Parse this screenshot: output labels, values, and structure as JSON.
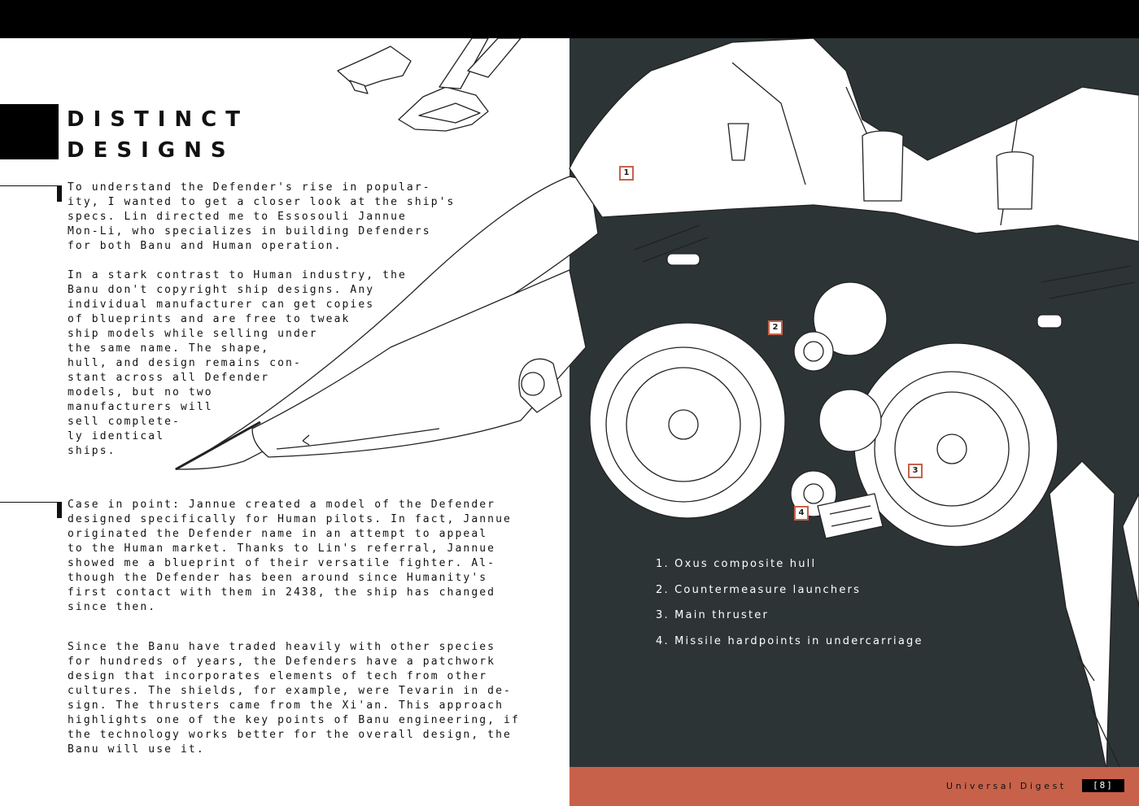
{
  "article": {
    "title_lines": [
      "DISTINCT",
      "DESIGNS"
    ],
    "paragraphs": [
      {
        "lines": [
          "To understand the Defender's rise in popular-",
          "ity, I wanted to get a closer look at the ship's",
          "specs. Lin directed me to Essosouli Jannue",
          "Mon-Li, who specializes in building Defenders",
          "for both Banu and Human operation."
        ]
      },
      {
        "lines": [
          "In a stark contrast to Human industry, the",
          "Banu don't copyright ship designs. Any",
          "individual manufacturer can get copies",
          "of blueprints and are free to tweak",
          "ship models while selling under",
          "the same name. The shape,",
          "hull, and design remains con-",
          "stant across all Defender",
          "models, but no two",
          "manufacturers will",
          "sell complete-",
          "ly identical",
          "ships."
        ]
      },
      {
        "lines": [
          "Case in point: Jannue created a model of the Defender",
          "designed specifically for Human pilots. In fact, Jannue",
          "originated the Defender name in an attempt to appeal",
          "to the Human market. Thanks to Lin's referral, Jannue",
          "showed me a blueprint of their versatile fighter. Al-",
          "though the Defender has been around since Humanity's",
          "first contact with them in 2438, the ship has changed",
          "since then."
        ]
      },
      {
        "lines": [
          "Since the Banu have traded heavily with other species",
          "for hundreds of years, the Defenders have a patchwork",
          "design that incorporates elements of tech from other",
          "cultures. The shields, for example, were Tevarin in de-",
          "sign. The thrusters came from the Xi'an. This approach",
          "highlights one of the key points of Banu engineering, if",
          "the technology works better for the overall design, the",
          "Banu will use it."
        ]
      }
    ]
  },
  "legend": {
    "items": [
      "1. Oxus composite hull",
      "2. Countermeasure launchers",
      "3. Main thruster",
      "4. Missile hardpoints in undercarriage"
    ]
  },
  "callouts": [
    "1",
    "2",
    "3",
    "4"
  ],
  "footer": {
    "label": "Universal Digest",
    "page": "[8]"
  },
  "colors": {
    "accent": "#c8614a",
    "panel": "#2d3436",
    "ink": "#111111",
    "paper": "#ffffff"
  },
  "icons": {
    "illustration": "ship-illustration"
  }
}
